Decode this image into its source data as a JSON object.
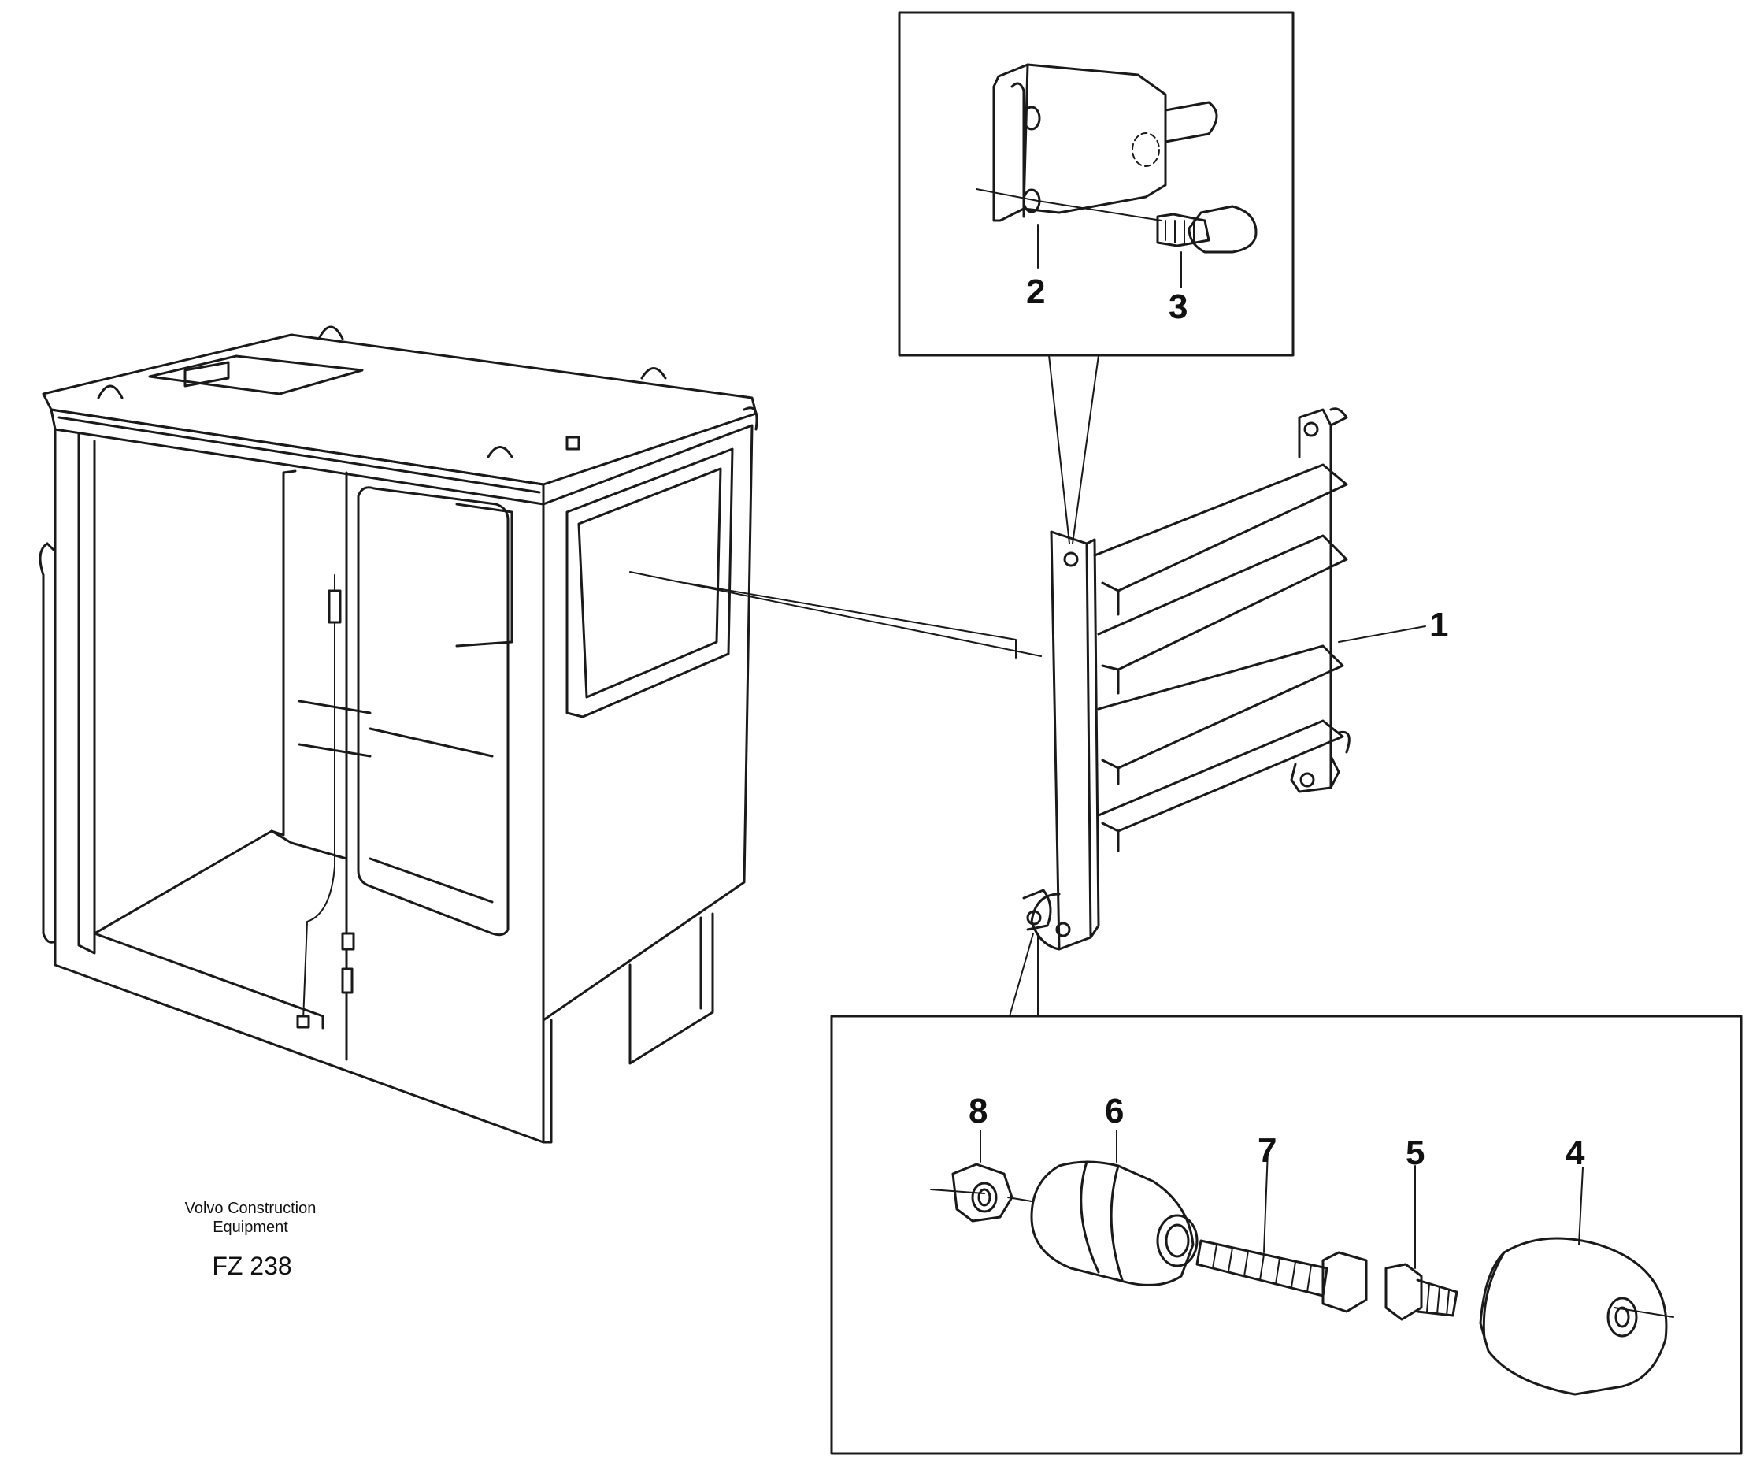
{
  "callouts": {
    "c1": "1",
    "c2": "2",
    "c3": "3",
    "c4": "4",
    "c5": "5",
    "c6": "6",
    "c7": "7",
    "c8": "8"
  },
  "footer": {
    "company_line1": "Volvo Construction",
    "company_line2": "Equipment",
    "figure_code": "FZ 238"
  },
  "colors": {
    "line": "#1a1a1a",
    "background": "#ffffff"
  }
}
